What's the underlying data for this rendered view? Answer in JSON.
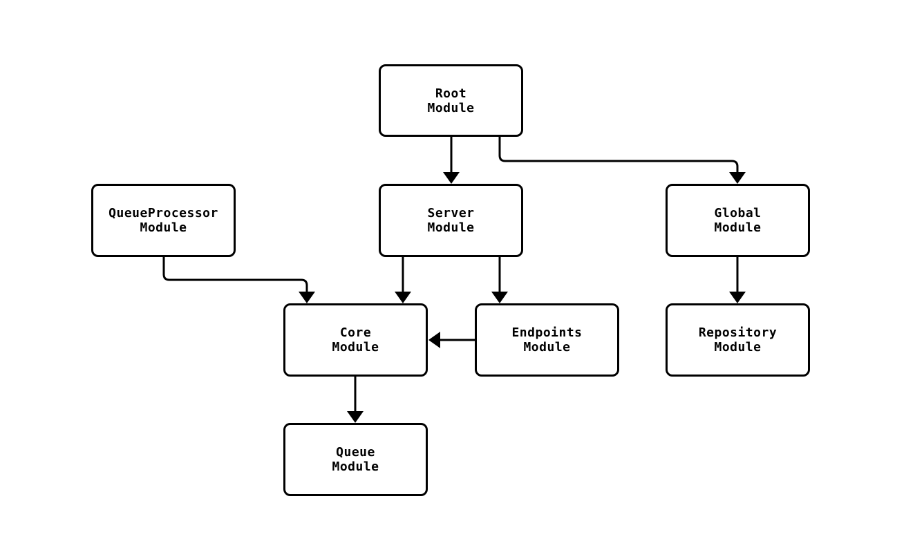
{
  "diagram": {
    "type": "module-dependency-flowchart",
    "colors": {
      "background": "#ffffff",
      "node_fill": "#ffffff",
      "node_stroke": "#000000",
      "edge_stroke": "#000000",
      "text": "#000000"
    },
    "nodes": {
      "root": {
        "label": "Root\nModule"
      },
      "queueprocessor": {
        "label": "QueueProcessor\nModule"
      },
      "server": {
        "label": "Server\nModule"
      },
      "global": {
        "label": "Global\nModule"
      },
      "core": {
        "label": "Core\nModule"
      },
      "endpoints": {
        "label": "Endpoints\nModule"
      },
      "repository": {
        "label": "Repository\nModule"
      },
      "queue": {
        "label": "Queue\nModule"
      }
    },
    "edges": [
      {
        "from": "Root Module",
        "to": "Server Module",
        "style": "arrow"
      },
      {
        "from": "Root Module",
        "to": "Global Module",
        "style": "arrow"
      },
      {
        "from": "QueueProcessor Module",
        "to": "Core Module",
        "style": "arrow"
      },
      {
        "from": "Server Module",
        "to": "Core Module",
        "style": "arrow"
      },
      {
        "from": "Server Module",
        "to": "Endpoints Module",
        "style": "arrow"
      },
      {
        "from": "Endpoints Module",
        "to": "Core Module",
        "style": "arrow"
      },
      {
        "from": "Global Module",
        "to": "Repository Module",
        "style": "arrow"
      },
      {
        "from": "Core Module",
        "to": "Queue Module",
        "style": "arrow"
      }
    ]
  }
}
